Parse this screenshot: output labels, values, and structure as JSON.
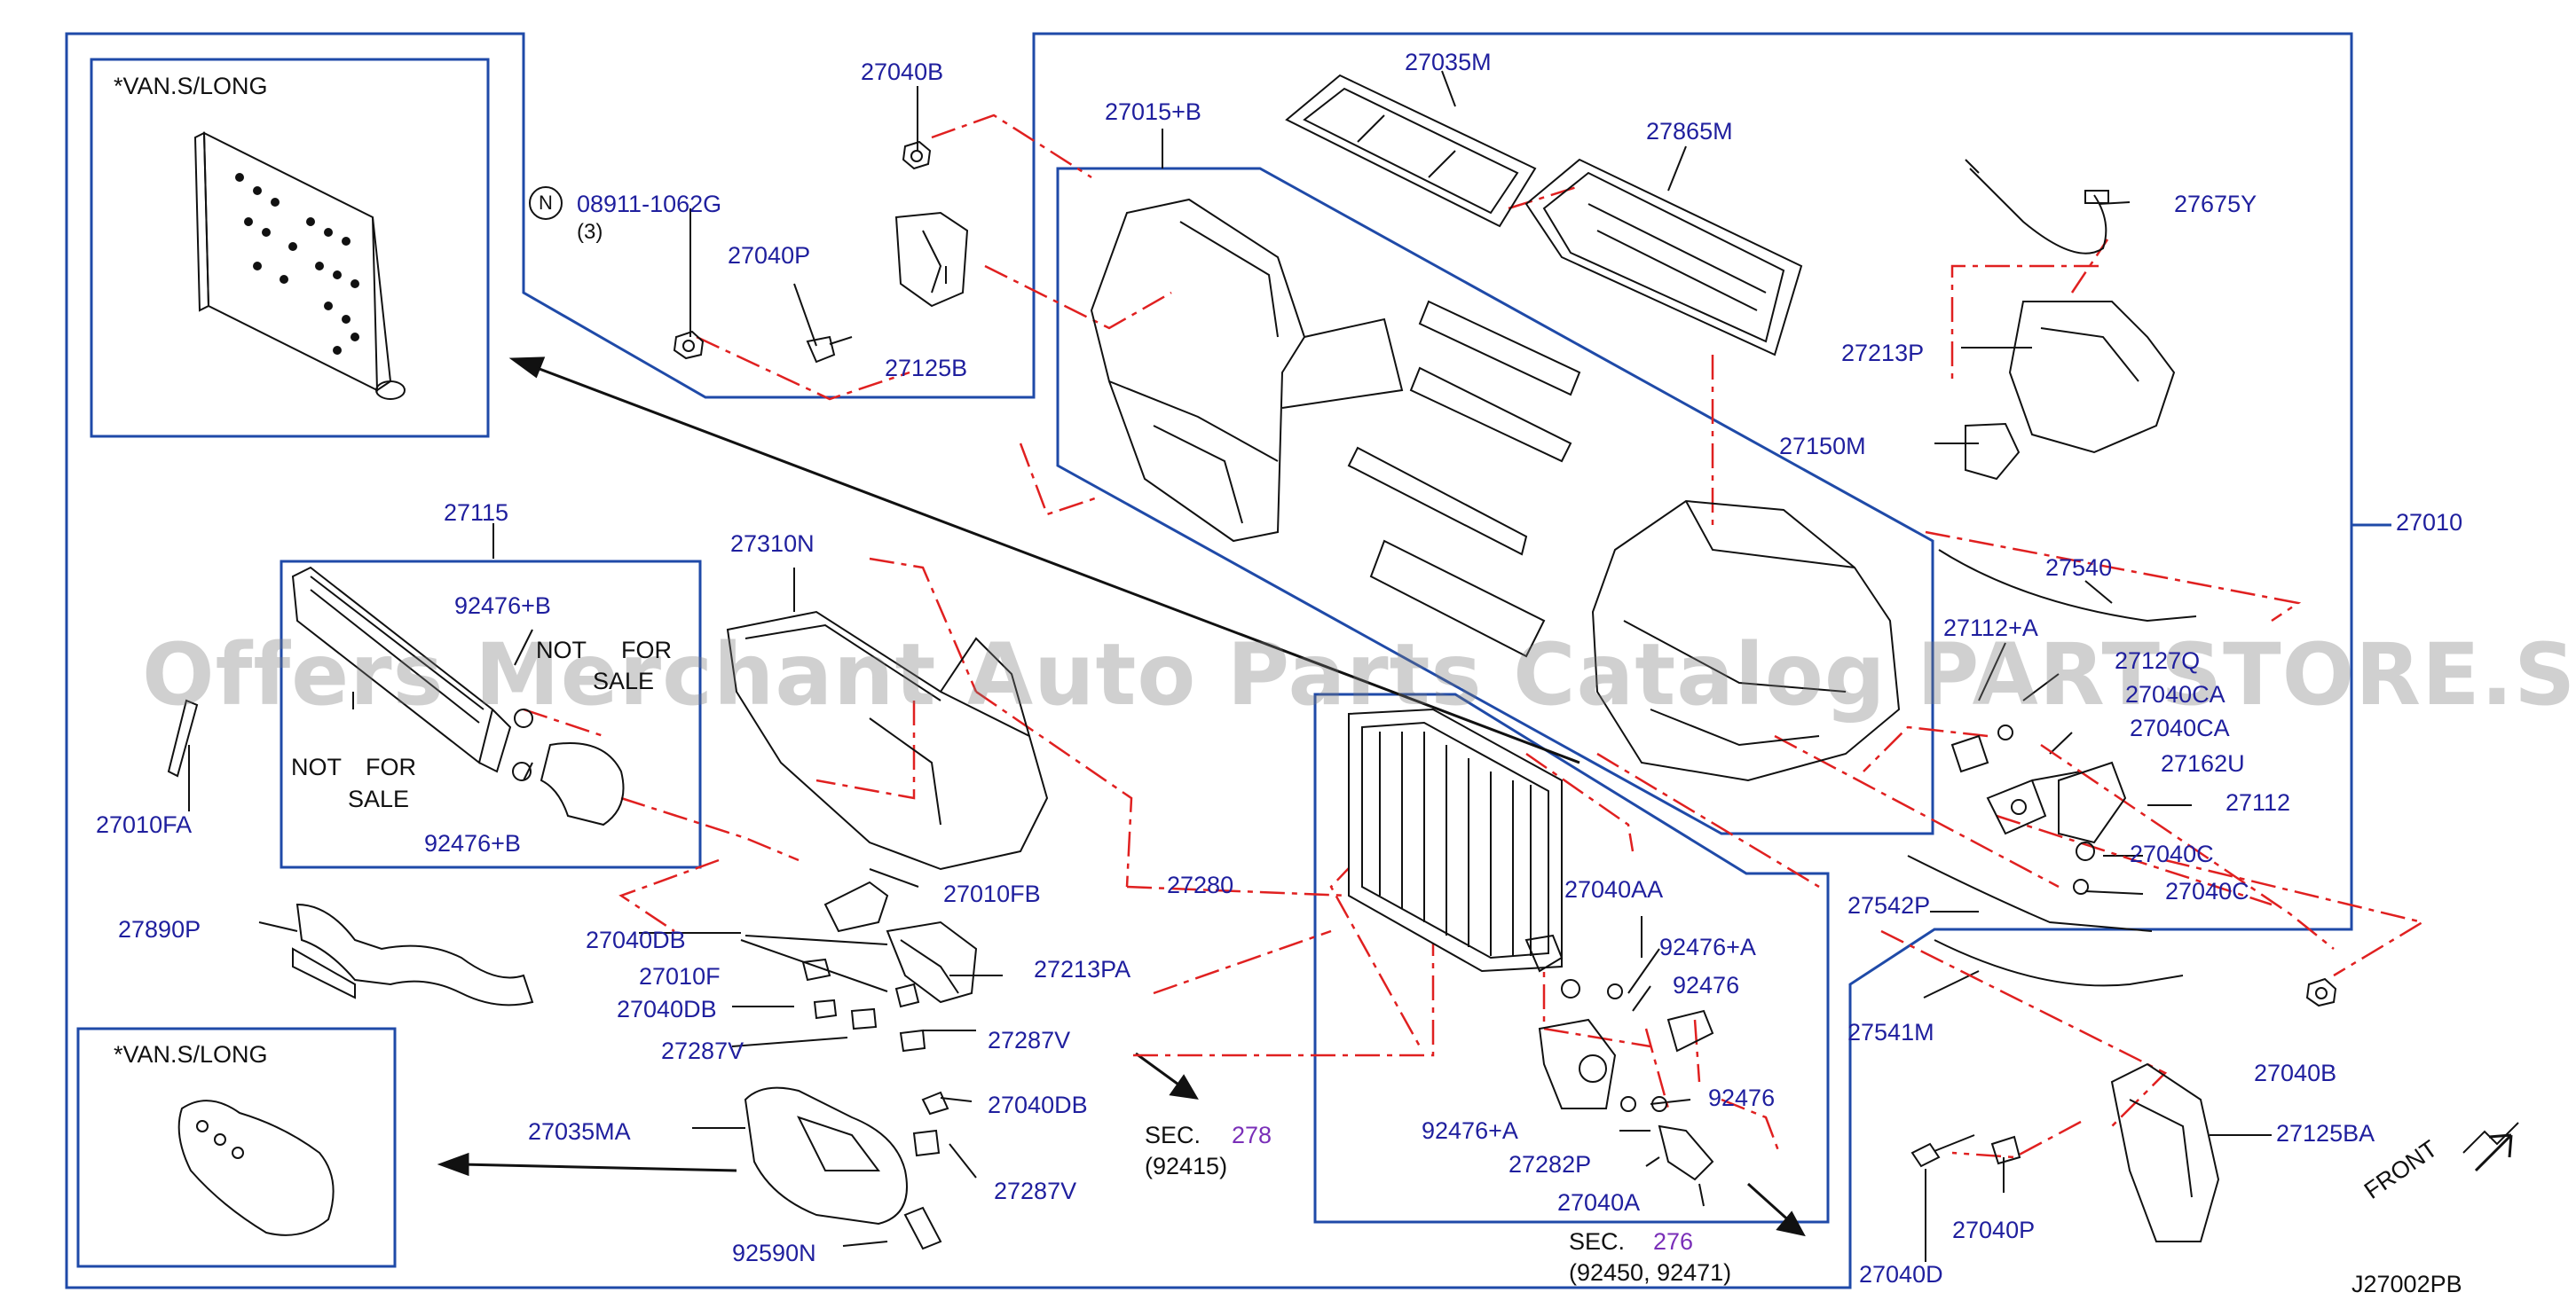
{
  "diagram": {
    "code": "J27002PB",
    "watermark": "Offers Merchant Auto Parts Catalog PARTSTORE.SA",
    "notes": {
      "van_long_1": "*VAN.S/LONG",
      "van_long_2": "*VAN.S/LONG",
      "not_for_sale_1a": "NOT",
      "not_for_sale_1b": "FOR",
      "not_for_sale_1c": "SALE",
      "not_for_sale_2a": "NOT",
      "not_for_sale_2b": "FOR",
      "not_for_sale_2c": "SALE",
      "front": "FRONT",
      "n_badge": "N",
      "n_qty": "(3)"
    },
    "sec": {
      "sec1_prefix": "SEC.",
      "sec1_num": "278",
      "sec1_sub": "(92415)",
      "sec2_prefix": "SEC.",
      "sec2_num": "276",
      "sec2_sub": "(92450,  92471)"
    },
    "parts": {
      "p27040B_top": "27040B",
      "p08911": "08911-1062G",
      "p27040P_top": "27040P",
      "p27125B": "27125B",
      "p27015B": "27015+B",
      "p27035M": "27035M",
      "p27865M": "27865M",
      "p27675Y": "27675Y",
      "p27213P": "27213P",
      "p27150M": "27150M",
      "p27010": "27010",
      "p27540": "27540",
      "p27112A": "27112+A",
      "p27127Q": "27127Q",
      "p27040CA_1": "27040CA",
      "p27040CA_2": "27040CA",
      "p27162U": "27162U",
      "p27112": "27112",
      "p27040C_1": "27040C",
      "p27040C_2": "27040C",
      "p27542P": "27542P",
      "p27541M": "27541M",
      "p27040B_right": "27040B",
      "p27125BA": "27125BA",
      "p27040P_bot": "27040P",
      "p27040D": "27040D",
      "p27115": "27115",
      "p92476B_1": "92476+B",
      "p92476B_2": "92476+B",
      "p27010FA": "27010FA",
      "p27310N": "27310N",
      "p27010FB": "27010FB",
      "p27280": "27280",
      "p27040AA": "27040AA",
      "p92476A_1": "92476+A",
      "p92476_1": "92476",
      "p92476_2": "92476",
      "p92476A_2": "92476+A",
      "p27282P": "27282P",
      "p27040A": "27040A",
      "p27890P": "27890P",
      "p27040DB_1": "27040DB",
      "p27010F": "27010F",
      "p27040DB_2": "27040DB",
      "p27213PA": "27213PA",
      "p27287V_1": "27287V",
      "p27287V_2": "27287V",
      "p27287V_3": "27287V",
      "p27040DB_3": "27040DB",
      "p27035MA": "27035MA",
      "p92590N": "92590N"
    },
    "colors": {
      "label": "#1f1f9e",
      "frame": "#1f4aa8",
      "leader_dash": "#e02020",
      "drawing": "#111111",
      "sec_number": "#7a2fb8"
    }
  }
}
